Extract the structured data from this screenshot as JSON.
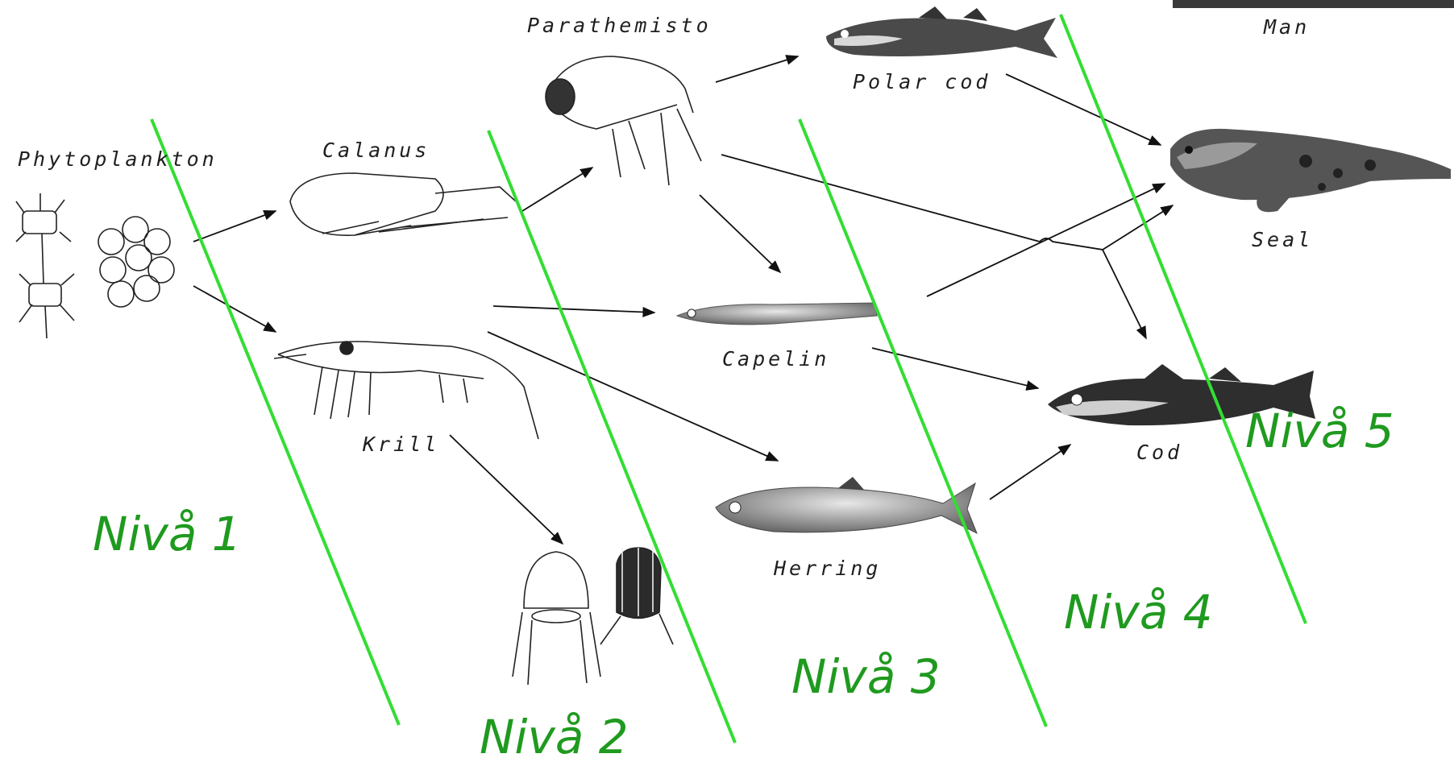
{
  "organisms": {
    "phytoplankton": "Phytoplankton",
    "calanus": "Calanus",
    "krill": "Krill",
    "parathemisto": "Parathemisto",
    "polar_cod": "Polar cod",
    "capelin": "Capelin",
    "herring": "Herring",
    "cod": "Cod",
    "seal": "Seal",
    "man": "Man"
  },
  "levels": [
    "Nivå 1",
    "Nivå 2",
    "Nivå 3",
    "Nivå 4",
    "Nivå 5"
  ],
  "colors": {
    "divider": "#33dd33",
    "level_text": "#1f9a1f",
    "ink": "#111111"
  }
}
